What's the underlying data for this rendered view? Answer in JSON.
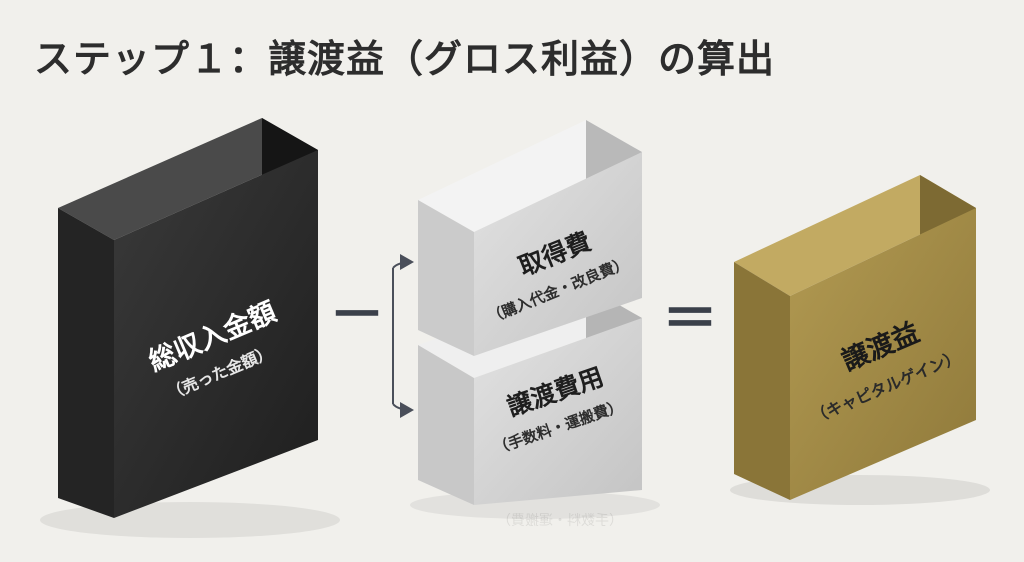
{
  "title": "ステップ１：譲渡益（グロス利益）の算出",
  "operators": {
    "minus": "－",
    "equals": "＝"
  },
  "boxes": {
    "total_revenue": {
      "label": "総収入金額",
      "sublabel": "（売った金額）",
      "color": "#2a2a2a"
    },
    "acquisition_cost": {
      "label": "取得費",
      "sublabel": "（購入代金・改良費）",
      "color": "#d2d2d2"
    },
    "transfer_expenses": {
      "label": "譲渡費用",
      "sublabel": "（手数料・運搬費）",
      "color": "#d2d2d2"
    },
    "capital_gain": {
      "label": "譲渡益",
      "sublabel": "（キャピタルゲイン）",
      "color": "#a68f48"
    }
  }
}
